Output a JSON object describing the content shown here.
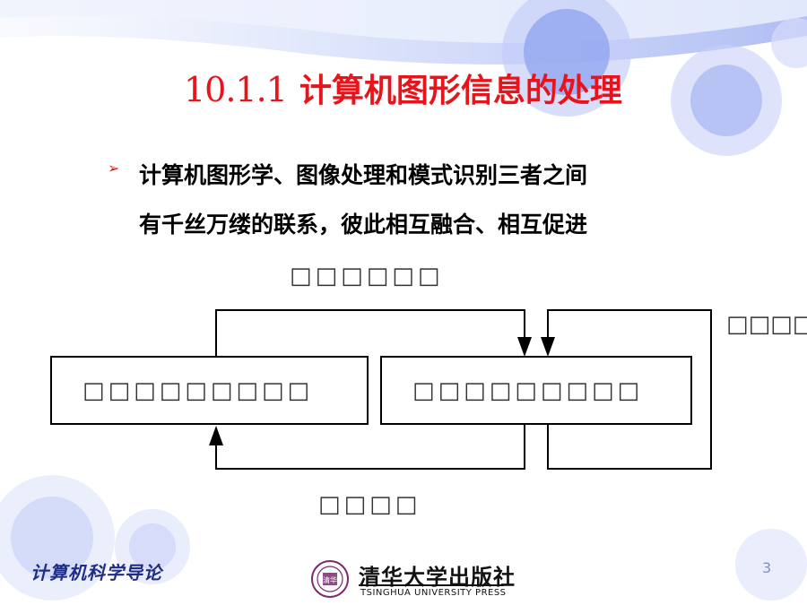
{
  "slide": {
    "title_number": "10.1.1",
    "title_text": "计算机图形信息的处理",
    "bullet_lines": [
      "计算机图形学、图像处理和模式识别三者之间",
      "有千丝万缕的联系，彼此相互融合、相互促进"
    ],
    "bullet_symbol": "➢",
    "page_number": "3"
  },
  "diagram": {
    "left_box_label": "□□□□□□□□□",
    "right_box_label": "□□□□□□□□□",
    "top_label": "□□□□□□",
    "bottom_label": "□□□□",
    "side_label": "□□□□"
  },
  "footer": {
    "course_name": "计算机科学导论",
    "publisher_cn": "清华大学出版社",
    "publisher_en": "TSINGHUA UNIVERSITY PRESS",
    "logo_text": "清华"
  },
  "colors": {
    "title": "#e8141c",
    "decoration_blue": "#8fa3ef",
    "footer_text": "#1f2c88"
  }
}
